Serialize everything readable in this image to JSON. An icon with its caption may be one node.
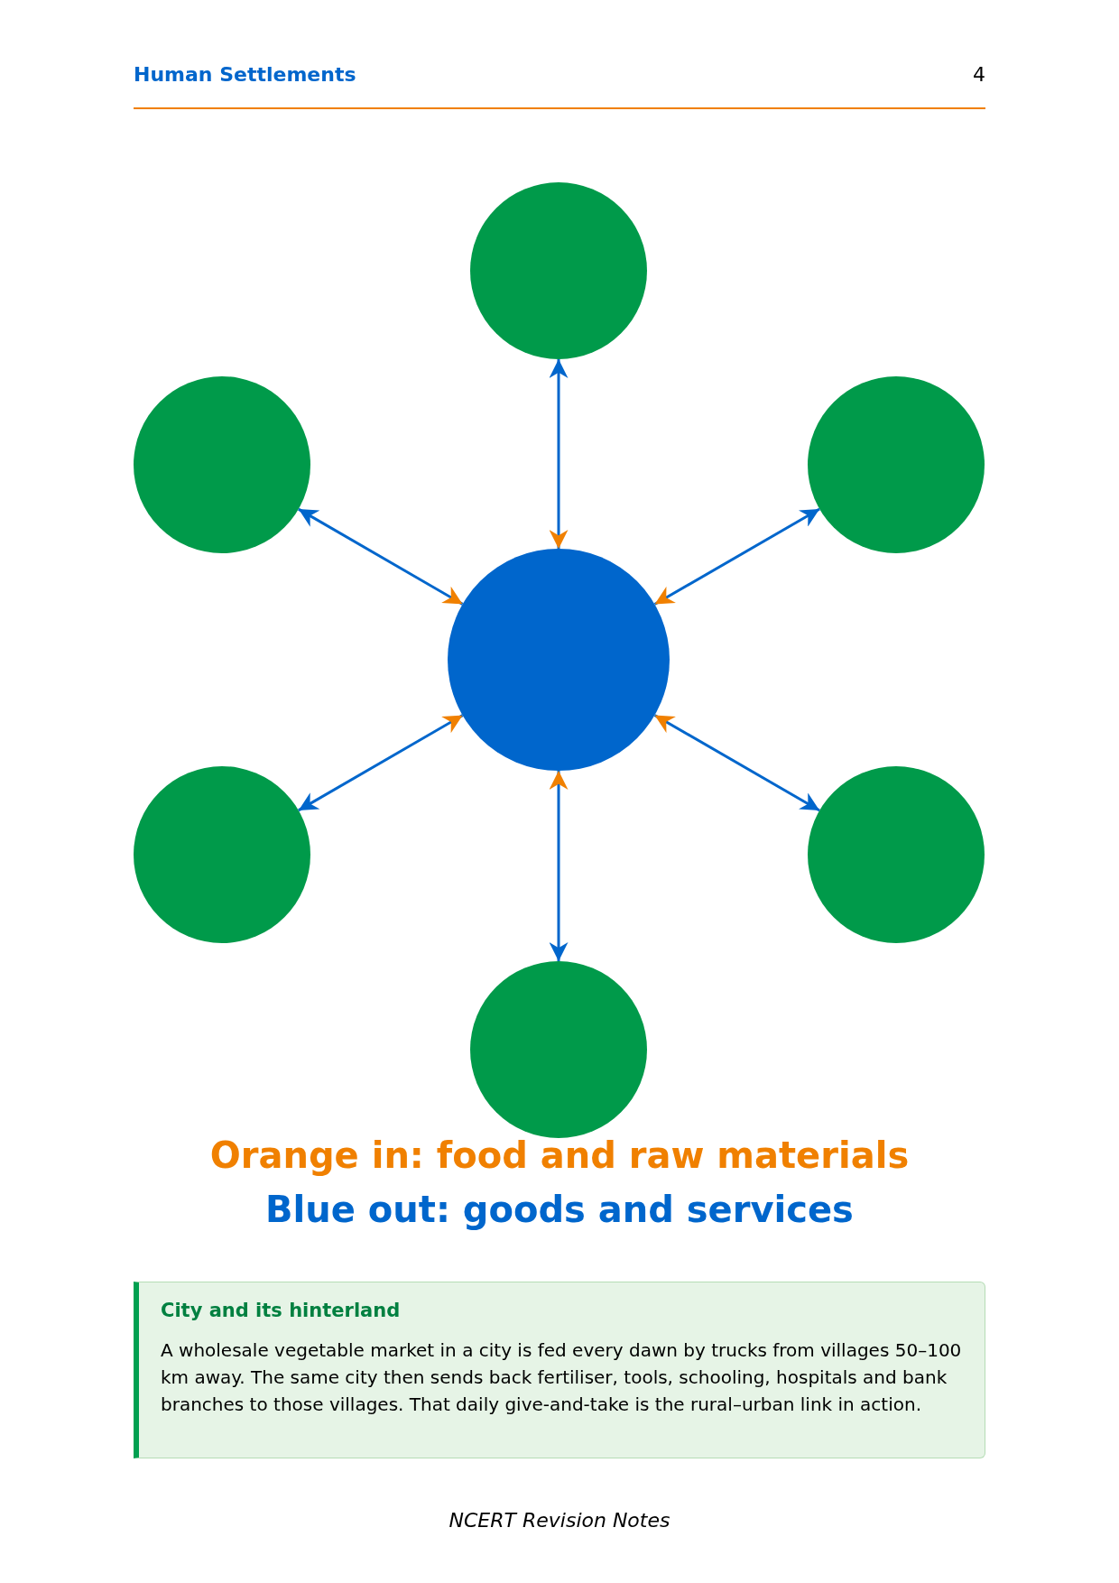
{
  "diagram": {
    "nodes": [
      {
        "text": [],
        "shape": "circle"
      },
      {
        "text": [],
        "shape": "circle"
      },
      {
        "text": [],
        "shape": "circle"
      },
      {
        "text": [],
        "shape": "circle"
      },
      {
        "text": [],
        "shape": "circle"
      },
      {
        "text": [],
        "shape": "circle"
      },
      {
        "text": [],
        "shape": "circle"
      },
      {
        "text": [
          "City and its hinterland",
          "A wholesale vegetable market in a city is fed every dawn by trucks from villages 50–100 km away. The same city then sends back fertiliser, tools, schooling, hospitals and bank branches to those villages. That daily give-and-take is the rural–urban link in action."
        ]
      }
    ],
    "edges": [
      {
        "from": 3,
        "to": 0,
        "arrow": "both"
      },
      {
        "from": 3,
        "to": 1,
        "arrow": "both"
      },
      {
        "from": 3,
        "to": 2,
        "arrow": "both"
      },
      {
        "from": 3,
        "to": 4,
        "arrow": "both"
      },
      {
        "from": 3,
        "to": 5,
        "arrow": "both"
      },
      {
        "from": 3,
        "to": 6,
        "arrow": "both"
      }
    ],
    "labels": [
      "Human Settlements",
      "4",
      "Orange in: food and raw materials",
      "Blue out: goods and services",
      "NCERT Revision Notes"
    ]
  }
}
